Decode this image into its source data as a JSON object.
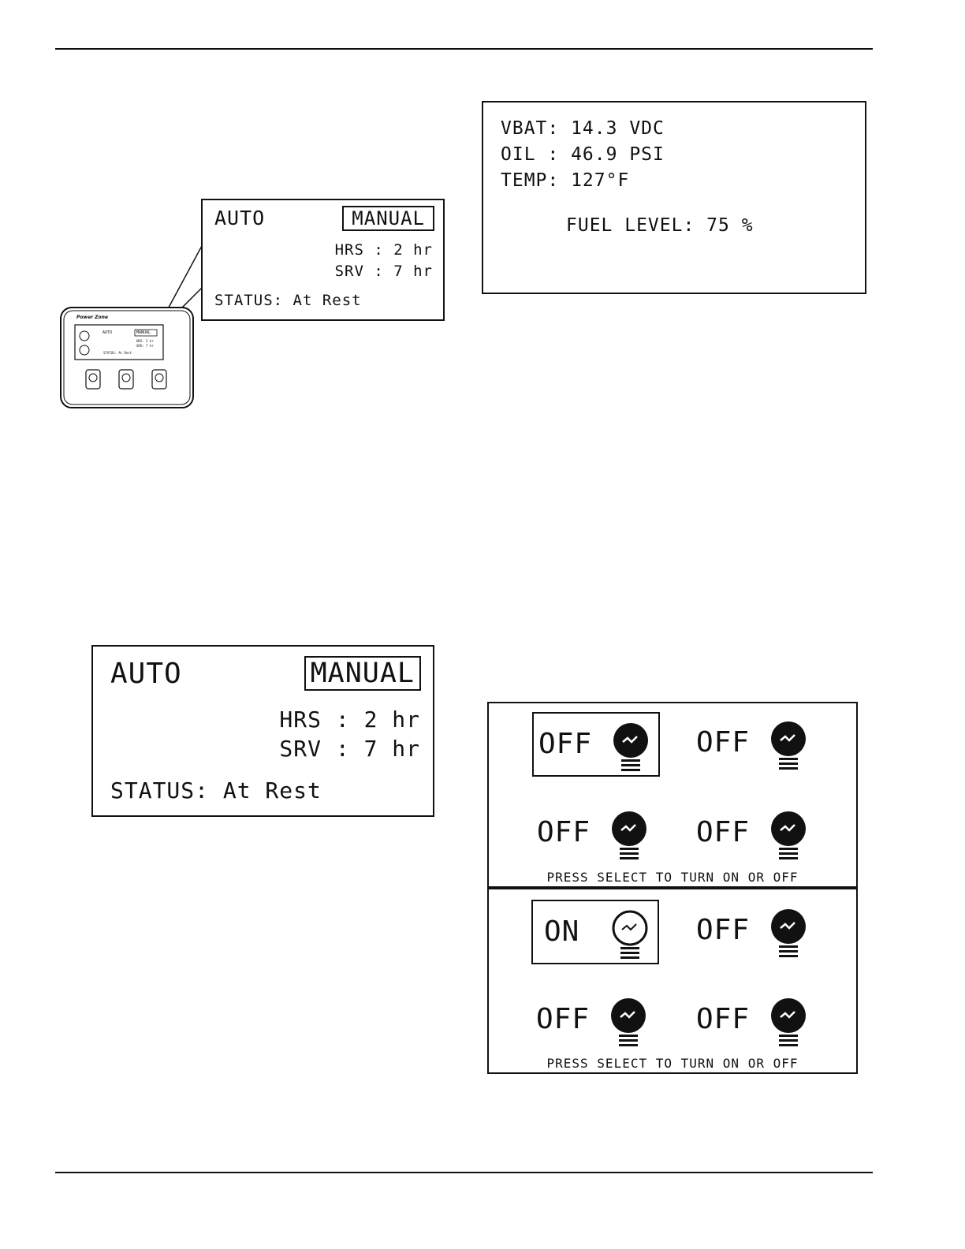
{
  "figure_small": {
    "device": {
      "brand": "Power Zone",
      "screen": {
        "auto": "AUTO",
        "manual": "MANUAL",
        "hrs": "HRS: 2 hr",
        "srv": "SRV: 7 hr",
        "status": "STATUS: At Rest"
      }
    },
    "callout": {
      "auto": "AUTO",
      "manual": "MANUAL",
      "hrs": "HRS : 2 hr",
      "srv": "SRV : 7 hr",
      "status": "STATUS: At Rest"
    }
  },
  "metrics_screen": {
    "vbat": "VBAT: 14.3 VDC",
    "oil": "OIL : 46.9 PSI",
    "temp": "TEMP: 127°F",
    "fuel": "FUEL LEVEL: 75 %"
  },
  "large_screen": {
    "auto": "AUTO",
    "manual": "MANUAL",
    "hrs": "HRS : 2 hr",
    "srv": "SRV : 7 hr",
    "status": "STATUS: At Rest"
  },
  "light_panels": [
    {
      "caption": "PRESS SELECT TO TURN ON OR OFF",
      "lights": [
        {
          "state": "OFF",
          "selected": true,
          "icon": "bulb-off-icon"
        },
        {
          "state": "OFF",
          "selected": false,
          "icon": "bulb-off-icon"
        },
        {
          "state": "OFF",
          "selected": false,
          "icon": "bulb-off-icon"
        },
        {
          "state": "OFF",
          "selected": false,
          "icon": "bulb-off-icon"
        }
      ]
    },
    {
      "caption": "PRESS SELECT TO TURN ON OR OFF",
      "lights": [
        {
          "state": "ON",
          "selected": true,
          "icon": "bulb-on-icon"
        },
        {
          "state": "OFF",
          "selected": false,
          "icon": "bulb-off-icon"
        },
        {
          "state": "OFF",
          "selected": false,
          "icon": "bulb-off-icon"
        },
        {
          "state": "OFF",
          "selected": false,
          "icon": "bulb-off-icon"
        }
      ]
    }
  ]
}
